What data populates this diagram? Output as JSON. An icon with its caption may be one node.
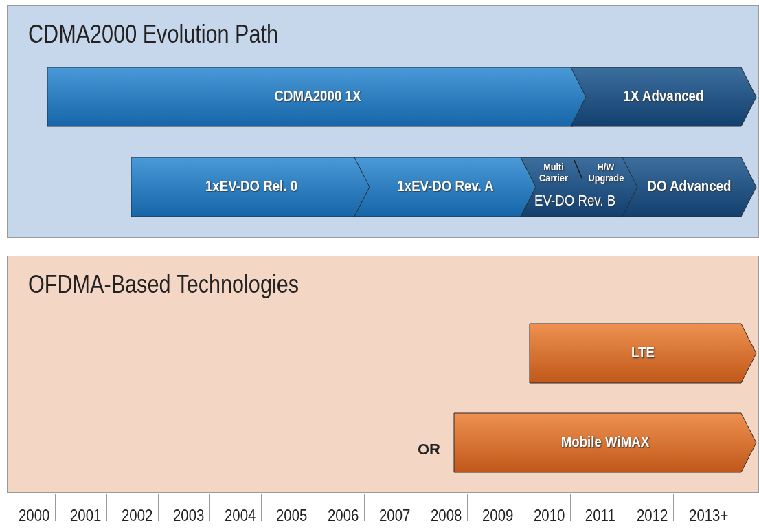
{
  "diagram": {
    "nodes": [
      {
        "text": [
          "CDMA2000 Evolution Path"
        ]
      },
      {
        "text": [
          "CDMA2000 1X"
        ],
        "in": 0
      },
      {
        "text": [
          "1X Advanced"
        ],
        "in": 0
      },
      {
        "text": [
          "1xEV-DO Rel. 0"
        ],
        "in": 0
      },
      {
        "text": [
          "1xEV-DO Rev. A"
        ],
        "in": 0
      },
      {
        "text": [
          "Multi Carrier",
          "H/W Upgrade",
          "EV-DO Rev. B"
        ],
        "in": 0
      },
      {
        "text": [
          "DO Advanced"
        ],
        "in": 0
      },
      {
        "text": [
          "OFDMA-Based Technologies"
        ]
      },
      {
        "text": [
          "LTE"
        ],
        "in": 7
      },
      {
        "text": [
          "Mobile WiMAX"
        ],
        "in": 7,
        "beside": [
          "OR"
        ]
      }
    ],
    "edges": [],
    "labels": [
      "2000",
      "2001",
      "2002",
      "2003",
      "2004",
      "2005",
      "2006",
      "2007",
      "2008",
      "2009",
      "2010",
      "2011",
      "2012",
      "2013+"
    ]
  }
}
